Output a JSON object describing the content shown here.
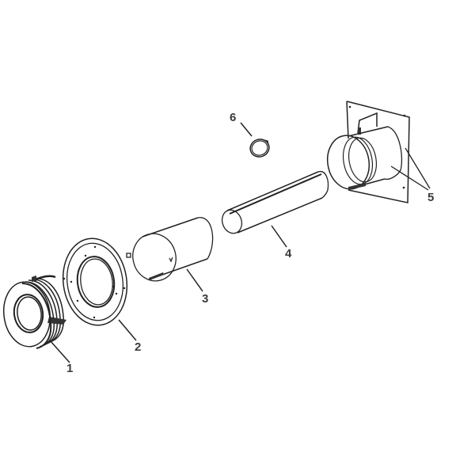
{
  "diagram": {
    "type": "exploded-parts-view",
    "parts": [
      {
        "id": "1",
        "label": "1",
        "name": "vent-terminal-cap"
      },
      {
        "id": "2",
        "label": "2",
        "name": "wall-flange-plate"
      },
      {
        "id": "3",
        "label": "3",
        "name": "outer-sleeve-tube"
      },
      {
        "id": "4",
        "label": "4",
        "name": "inner-vent-pipe"
      },
      {
        "id": "5",
        "label": "5",
        "name": "wall-mount-adapter-plate"
      },
      {
        "id": "6",
        "label": "6",
        "name": "clamp-ring"
      }
    ],
    "colors": {
      "line": "#222222",
      "label": "#3a3a3a",
      "background": "#ffffff"
    }
  }
}
